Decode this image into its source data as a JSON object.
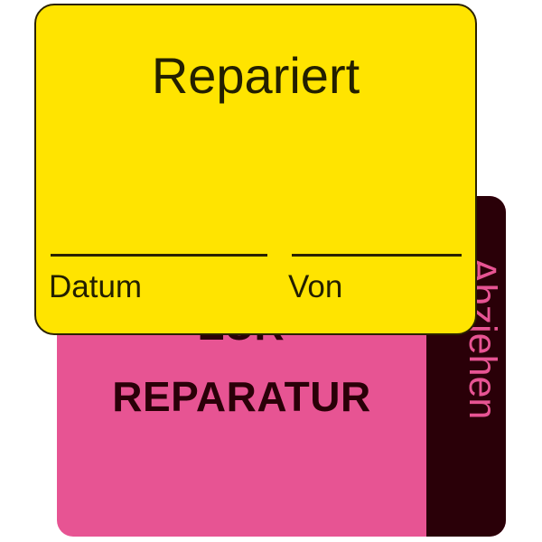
{
  "back_label": {
    "line1": "ZUR",
    "line2": "REPARATUR",
    "pull_tab_text": "Abziehen",
    "background_color": "#e75493",
    "strip_color": "#2a0008",
    "text_color": "#2a0008"
  },
  "front_label": {
    "title": "Repariert",
    "fields": [
      {
        "label": "Datum"
      },
      {
        "label": "Von"
      }
    ],
    "background_color": "#ffe400",
    "text_color": "#231f00"
  }
}
